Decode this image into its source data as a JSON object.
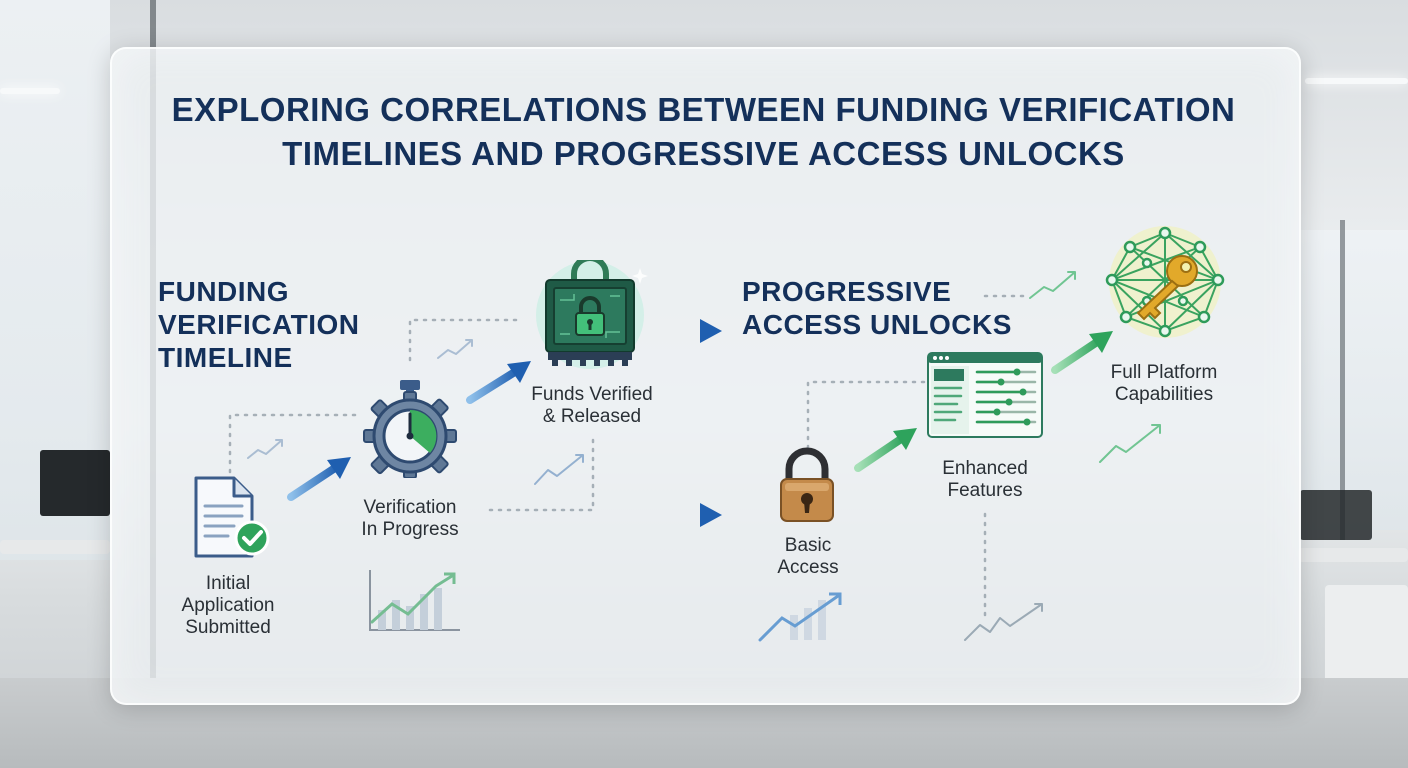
{
  "title": "EXPLORING CORRELATIONS BETWEEN FUNDING VERIFICATION TIMELINES AND PROGRESSIVE ACCESS UNLOCKS",
  "sections": {
    "funding": "FUNDING\nVERIFICATION\nTIMELINE",
    "access": "PROGRESSIVE\nACCESS UNLOCKS"
  },
  "steps": {
    "submitted": "Initial\nApplication\nSubmitted",
    "in_progress": "Verification\nIn Progress",
    "released": "Funds Verified\n& Released",
    "basic": "Basic\nAccess",
    "enhanced": "Enhanced\nFeatures",
    "full": "Full Platform\nCapabilities"
  },
  "icons": {
    "submitted": "document-check-icon",
    "in_progress": "stopwatch-gear-icon",
    "released": "vault-lock-icon",
    "basic": "padlock-icon",
    "enhanced": "dashboard-panel-icon",
    "full": "network-key-icon"
  },
  "colors": {
    "title": "#14305a",
    "arrow_blue": "#2f77c6",
    "arrow_green": "#3cb26a",
    "vault_green": "#2e8b57",
    "key_gold": "#e2a92a"
  }
}
